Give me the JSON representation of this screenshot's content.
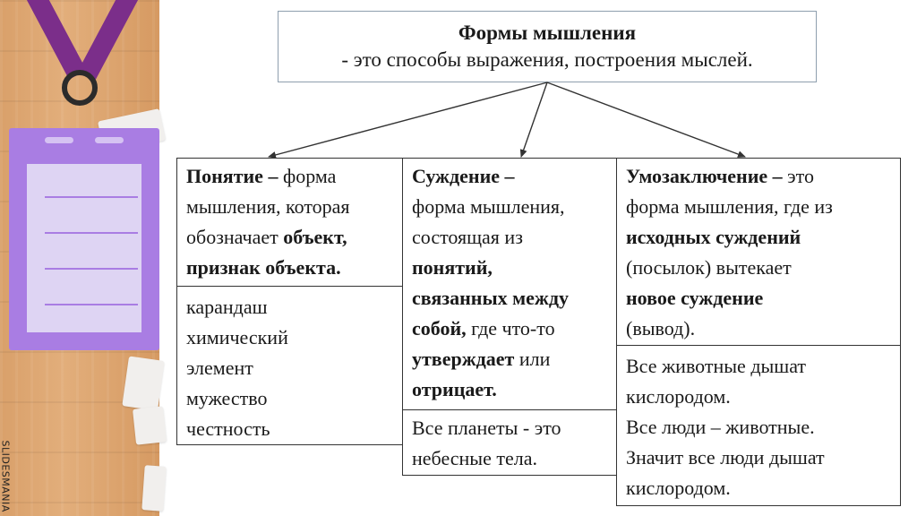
{
  "brand": "SLIDESMANIA",
  "title": {
    "heading": "Формы мышления",
    "subheading": "- это способы выражения, построения мыслей."
  },
  "concept": {
    "term": "Понятие –",
    "def_1": " форма",
    "def_2": "мышления, которая",
    "def_3": "обозначает ",
    "def_3b": "объект,",
    "def_4": "признак объекта.",
    "examples": [
      "карандаш",
      "химический",
      "элемент",
      "мужество",
      "честность"
    ]
  },
  "judgment": {
    "term": "Суждение –",
    "def_2": "форма мышления,",
    "def_3": "состоящая из",
    "def_4": "понятий,",
    "def_5": "связанных между",
    "def_6a": "собой,",
    "def_6b": " где что-то",
    "def_7a": "утверждает",
    "def_7b": " или",
    "def_8": "отрицает.",
    "examples": [
      "Все планеты - это",
      "небесные тела."
    ]
  },
  "inference": {
    "term": "Умозаключение –",
    "def_1b": " это",
    "def_2": "форма мышления, где из",
    "def_3": "исходных суждений",
    "def_4": "(посылок) вытекает",
    "def_5": "новое суждение",
    "def_6": "(вывод).",
    "examples": [
      "Все животные дышат",
      "кислородом.",
      "Все люди – животные.",
      "Значит все люди дышат",
      "кислородом."
    ]
  }
}
